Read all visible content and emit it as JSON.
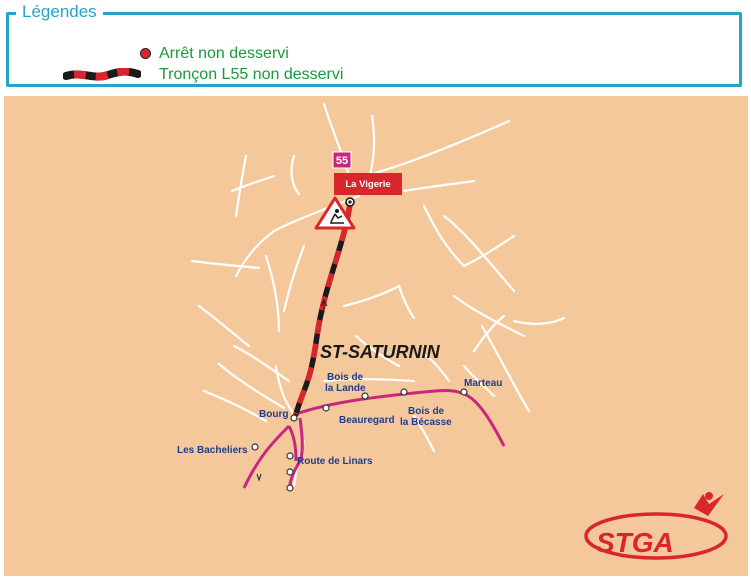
{
  "legend": {
    "title": "Légendes",
    "stop_label": "Arrêt non desservi",
    "section_label": "Tronçon L55 non desservi"
  },
  "map": {
    "line_badge": "55",
    "stop_box": "La Vigerie",
    "town": "ST-SATURNIN",
    "places": {
      "bois_lande_1": "Bois de",
      "bois_lande_2": "la Lande",
      "marteau": "Marteau",
      "bourg": "Bourg",
      "beauregard": "Beauregard",
      "bois_becasse_1": "Bois de",
      "bois_becasse_2": "la Bécasse",
      "bacheliers": "Les Bacheliers",
      "linars": "Route de Linars"
    },
    "logo": "STGA",
    "colors": {
      "background": "#f4c89a",
      "line": "#c8277e",
      "closed_red": "#d9262c",
      "closed_black": "#1a1a1a",
      "legend_border": "#27a3c9",
      "legend_text": "#1a9a3c",
      "place_text": "#1f3c8f"
    },
    "icons": [
      "roadworks-sign-icon",
      "stop-marker-icon",
      "direction-arrow-icon"
    ]
  }
}
